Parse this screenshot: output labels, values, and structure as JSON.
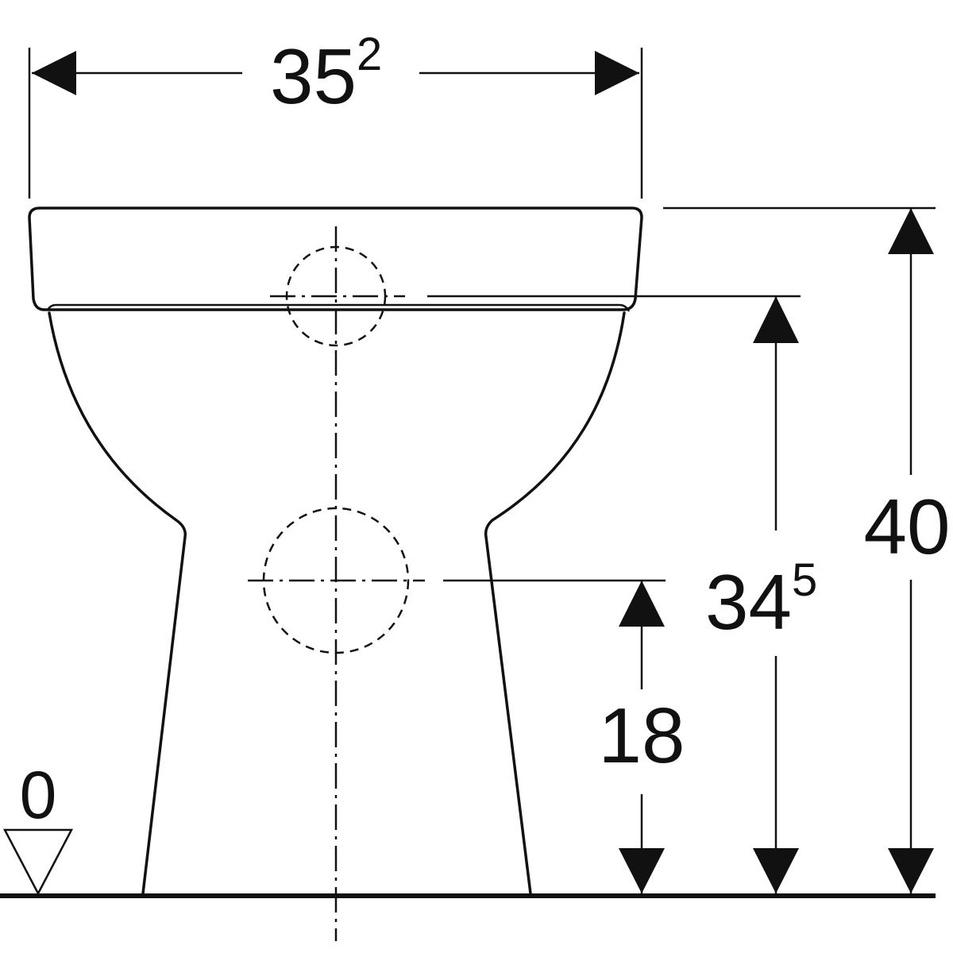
{
  "dimensions": {
    "width": {
      "main": "35",
      "sup": "2"
    },
    "height_total": {
      "main": "40"
    },
    "height_inlet": {
      "main": "34",
      "sup": "5"
    },
    "height_outlet": {
      "main": "18"
    },
    "floor_level": {
      "main": "0"
    }
  },
  "colors": {
    "line": "#111111",
    "background": "#ffffff"
  }
}
